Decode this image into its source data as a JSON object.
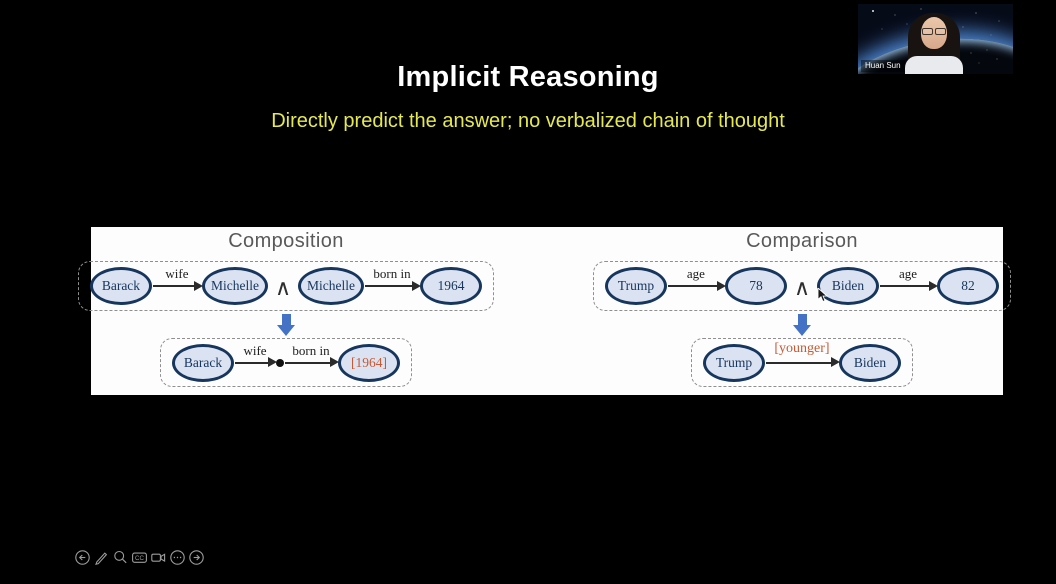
{
  "slide": {
    "title": "Implicit Reasoning",
    "subtitle": "Directly predict the answer; no verbalized chain of thought",
    "colors": {
      "background": "#000000",
      "subtitle_yellow": "#e5e94f",
      "panel_white": "#fdfdfd",
      "heading_gray": "#595959",
      "node_fill": "#dbe2f2",
      "node_border": "#17365d",
      "answer_orange": "#c55a35",
      "implies_arrow_blue": "#4472c4"
    }
  },
  "diagram": {
    "composition": {
      "heading": "Composition",
      "premise": {
        "left_source": "Barack",
        "left_relation": "wife",
        "left_target": "Michelle",
        "conjunction": "∧",
        "right_source": "Michelle",
        "right_relation": "born in",
        "right_target": "1964"
      },
      "conclusion": {
        "source": "Barack",
        "relation1": "wife",
        "relation2": "born in",
        "answer": "[1964]"
      }
    },
    "comparison": {
      "heading": "Comparison",
      "premise": {
        "left_source": "Trump",
        "left_relation": "age",
        "left_target": "78",
        "conjunction": "∧",
        "right_source": "Biden",
        "right_relation": "age",
        "right_target": "82"
      },
      "conclusion": {
        "source": "Trump",
        "relation": "[younger]",
        "target": "Biden"
      }
    }
  },
  "webcam": {
    "name": "Huan Sun"
  },
  "toolbar": {
    "cc_label": "CC",
    "icons": [
      "previous-slide",
      "pen-annotate",
      "magnifier-zoom",
      "closed-captions",
      "camera",
      "more-options",
      "next-slide"
    ]
  }
}
